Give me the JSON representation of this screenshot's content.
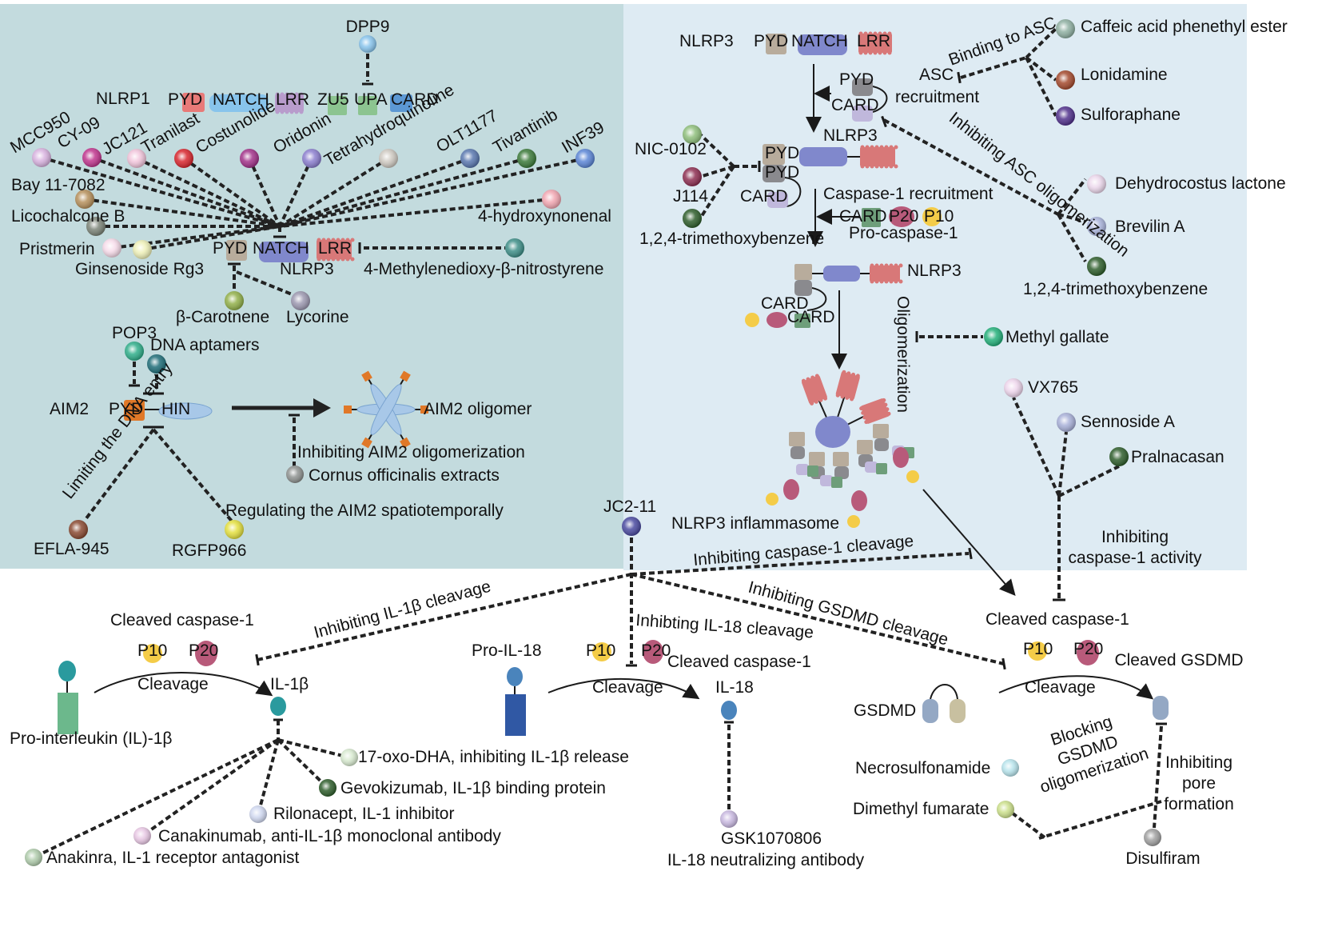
{
  "panels": {
    "nlrp1_aim2": {
      "bg": "#c3dbde"
    },
    "nlrp3": {
      "bg": "#deebf3"
    },
    "downstream": {
      "bg": "#ffffff"
    }
  },
  "nlrp1": {
    "name": "NLRP1",
    "domains": [
      "PYD",
      "NATCH",
      "LRR",
      "ZU5",
      "UPA",
      "CARD"
    ],
    "inhibitor": "DPP9"
  },
  "nlrp3_left": {
    "name": "NLRP3",
    "domains": [
      "PYD",
      "NATCH",
      "LRR"
    ],
    "inhibitors": [
      {
        "name": "MCC950",
        "color": "#d9b3e0"
      },
      {
        "name": "CY-09",
        "color": "#c0358e"
      },
      {
        "name": "JC121",
        "color": "#f2c6dc"
      },
      {
        "name": "Tranilast",
        "color": "#d8262e"
      },
      {
        "name": "Costunolide",
        "color": "#a2328a"
      },
      {
        "name": "Oridonin",
        "color": "#8c7fcf"
      },
      {
        "name": "Tetrahydroquinoline",
        "color": "#cfcac2"
      },
      {
        "name": "OLT1177",
        "color": "#5a78b0"
      },
      {
        "name": "Tivantinib",
        "color": "#3c7a3a"
      },
      {
        "name": "INF39",
        "color": "#5c86d6"
      },
      {
        "name": "Bay 11-7082",
        "color": "#b6905c"
      },
      {
        "name": "Licochalcone B",
        "color": "#7c8478"
      },
      {
        "name": "4-hydroxynonenal",
        "color": "#f2a7b2"
      },
      {
        "name": "Pristmerin",
        "color": "#f7dcea"
      },
      {
        "name": "Ginsenoside Rg3",
        "color": "#eef0b8"
      },
      {
        "name": "4-Methylenedioxy-β-nitrostyrene",
        "color": "#3e8f88"
      },
      {
        "name": "β-Carotnene",
        "color": "#92b04a"
      },
      {
        "name": "Lycorine",
        "color": "#9c98b0"
      }
    ]
  },
  "aim2": {
    "name": "AIM2",
    "domains": [
      "PYD",
      "HIN"
    ],
    "oligomer_label": "AIM2 oligomer",
    "inhibit_oligomer_label": "Inhibiting AIM2 oligomerization",
    "limiting_label": "Limiting the DNA entry",
    "regulating_label": "Regulating the AIM2 spatiotemporally",
    "inhibitors": [
      {
        "name": "POP3",
        "color": "#2fae8a"
      },
      {
        "name": "DNA aptamers",
        "color": "#1e6d78"
      },
      {
        "name": "Cornus officinalis extracts",
        "color": "#8e9290"
      },
      {
        "name": "EFLA-945",
        "color": "#8a4a32"
      },
      {
        "name": "RGFP966",
        "color": "#e4e040"
      }
    ]
  },
  "nlrp3_pathway": {
    "top_label": "NLRP3",
    "top_domains": [
      "PYD",
      "NATCH",
      "LRR"
    ],
    "asc_pyd": "PYD",
    "asc_card": "CARD",
    "asc_label": "ASC",
    "recruitment_label": "recruitment",
    "binding_asc_label": "Binding to ASC",
    "binding_asc_inhibitors": [
      {
        "name": "Caffeic acid phenethyl ester",
        "color": "#8fb0a2"
      },
      {
        "name": "Lonidamine",
        "color": "#a44a2e"
      },
      {
        "name": "Sulforaphane",
        "color": "#51318c"
      }
    ],
    "mid_label": "NLRP3",
    "mid_pyd1": "PYD",
    "mid_pyd2": "PYD",
    "mid_card": "CARD",
    "mid_inhibitors": [
      {
        "name": "NIC-0102",
        "color": "#8fbf7c"
      },
      {
        "name": "J114",
        "color": "#8e2f52"
      },
      {
        "name": "1,2,4-trimethoxybenzene",
        "color": "#2f5e2c"
      }
    ],
    "inhibit_asc_olig_label": "Inhibiting ASC oligomerization",
    "asc_olig_inhibitors": [
      {
        "name": "Dehydrocostus lactone",
        "color": "#ecd8ec"
      },
      {
        "name": "Brevilin A",
        "color": "#aab4dc"
      },
      {
        "name": "1,2,4-trimethoxybenzene",
        "color": "#2f5e2c"
      }
    ],
    "caspase_recruit_label": "Caspase-1 recruitment",
    "procaspase_domains": [
      "CARD",
      "P20",
      "P10"
    ],
    "procaspase_label": "Pro-caspase-1",
    "third_label": "NLRP3",
    "third_card1": "CARD",
    "third_card2": "CARD",
    "oligomerization_label": "Oligomerization",
    "methyl_gallate": {
      "name": "Methyl gallate",
      "color": "#24b07a"
    },
    "inflammasome_label": "NLRP3 inflammasome",
    "caspase_activity_label": "Inhibiting caspase-1 activity",
    "caspase_activity_inhibitors": [
      {
        "name": "VX765",
        "color": "#eed6ec"
      },
      {
        "name": "Sennoside A",
        "color": "#a8b0d8"
      },
      {
        "name": "Pralnacasan",
        "color": "#2f5e2c"
      }
    ]
  },
  "downstream": {
    "jc2_11": {
      "name": "JC2-11",
      "color": "#4a4aa0"
    },
    "inhibit_casp_cleavage": "Inhibiting caspase-1 cleavage",
    "inhibit_il1b_cleavage": "Inhibiting IL-1β cleavage",
    "inhibit_il18_cleavage": "Inhibting IL-18 cleavage",
    "inhibit_gsdmd_cleavage": "Inhibiting GSDMD cleavage",
    "cleaved_casp1": "Cleaved caspase-1",
    "p10": "P10",
    "p20": "P20",
    "cleavage": "Cleavage",
    "pro_il1b": "Pro-interleukin (IL)-1β",
    "il1b": "IL-1β",
    "pro_il18": "Pro-IL-18",
    "il18": "IL-18",
    "gsdmd": "GSDMD",
    "cleaved_gsdmd": "Cleaved GSDMD",
    "il1b_inhibitors": [
      {
        "name": "17-oxo-DHA, inhibiting IL-1β release",
        "color": "#d8ead0"
      },
      {
        "name": "Gevokizumab, IL-1β binding protein",
        "color": "#2f5e2c"
      },
      {
        "name": "Rilonacept, IL-1 inhibitor",
        "color": "#d0d8f0"
      },
      {
        "name": "Canakinumab, anti-IL-1β monoclonal antibody",
        "color": "#e8c8e4"
      },
      {
        "name": "Anakinra, IL-1 receptor antagonist",
        "color": "#b0ccac"
      }
    ],
    "il18_inhibitor": {
      "name": "GSK1070806",
      "desc": "IL-18 neutralizing antibody",
      "color": "#c8b8e0"
    },
    "blocking_label": "Blocking GSDMD oligomerization",
    "pore_label": "Inhibiting pore formation",
    "gsdmd_inhibitors": [
      {
        "name": "Necrosulfonamide",
        "color": "#b8e4ec"
      },
      {
        "name": "Dimethyl fumarate",
        "color": "#cce08c"
      },
      {
        "name": "Disulfiram",
        "color": "#a0a0a0"
      }
    ]
  },
  "colors": {
    "pyd_nlrp1": "#e87a78",
    "natch_nlrp1": "#88c4ec",
    "lrr_nlrp1": "#b89ccc",
    "zu5": "#8cc490",
    "card_nlrp1": "#5c98d4",
    "pyd_nlrp3": "#b8ac9c",
    "natch_nlrp3": "#8088cc",
    "lrr_nlrp3": "#d87878",
    "asc_pyd": "#8a8a8e",
    "asc_card": "#c0b8dc",
    "casp_card": "#6e9e7a",
    "p20": "#b85a7a",
    "p10": "#f4cc48",
    "aim2_pyd": "#e07828",
    "aim2_hin": "#a8c8e8",
    "il1b": "#2a9a9e",
    "pro_il1b_body": "#6cb88c",
    "il18": "#4a84bc",
    "pro_il18_body": "#3058a4",
    "gsdmd_n": "#94a8c4",
    "gsdmd_c": "#c8c0a0"
  }
}
